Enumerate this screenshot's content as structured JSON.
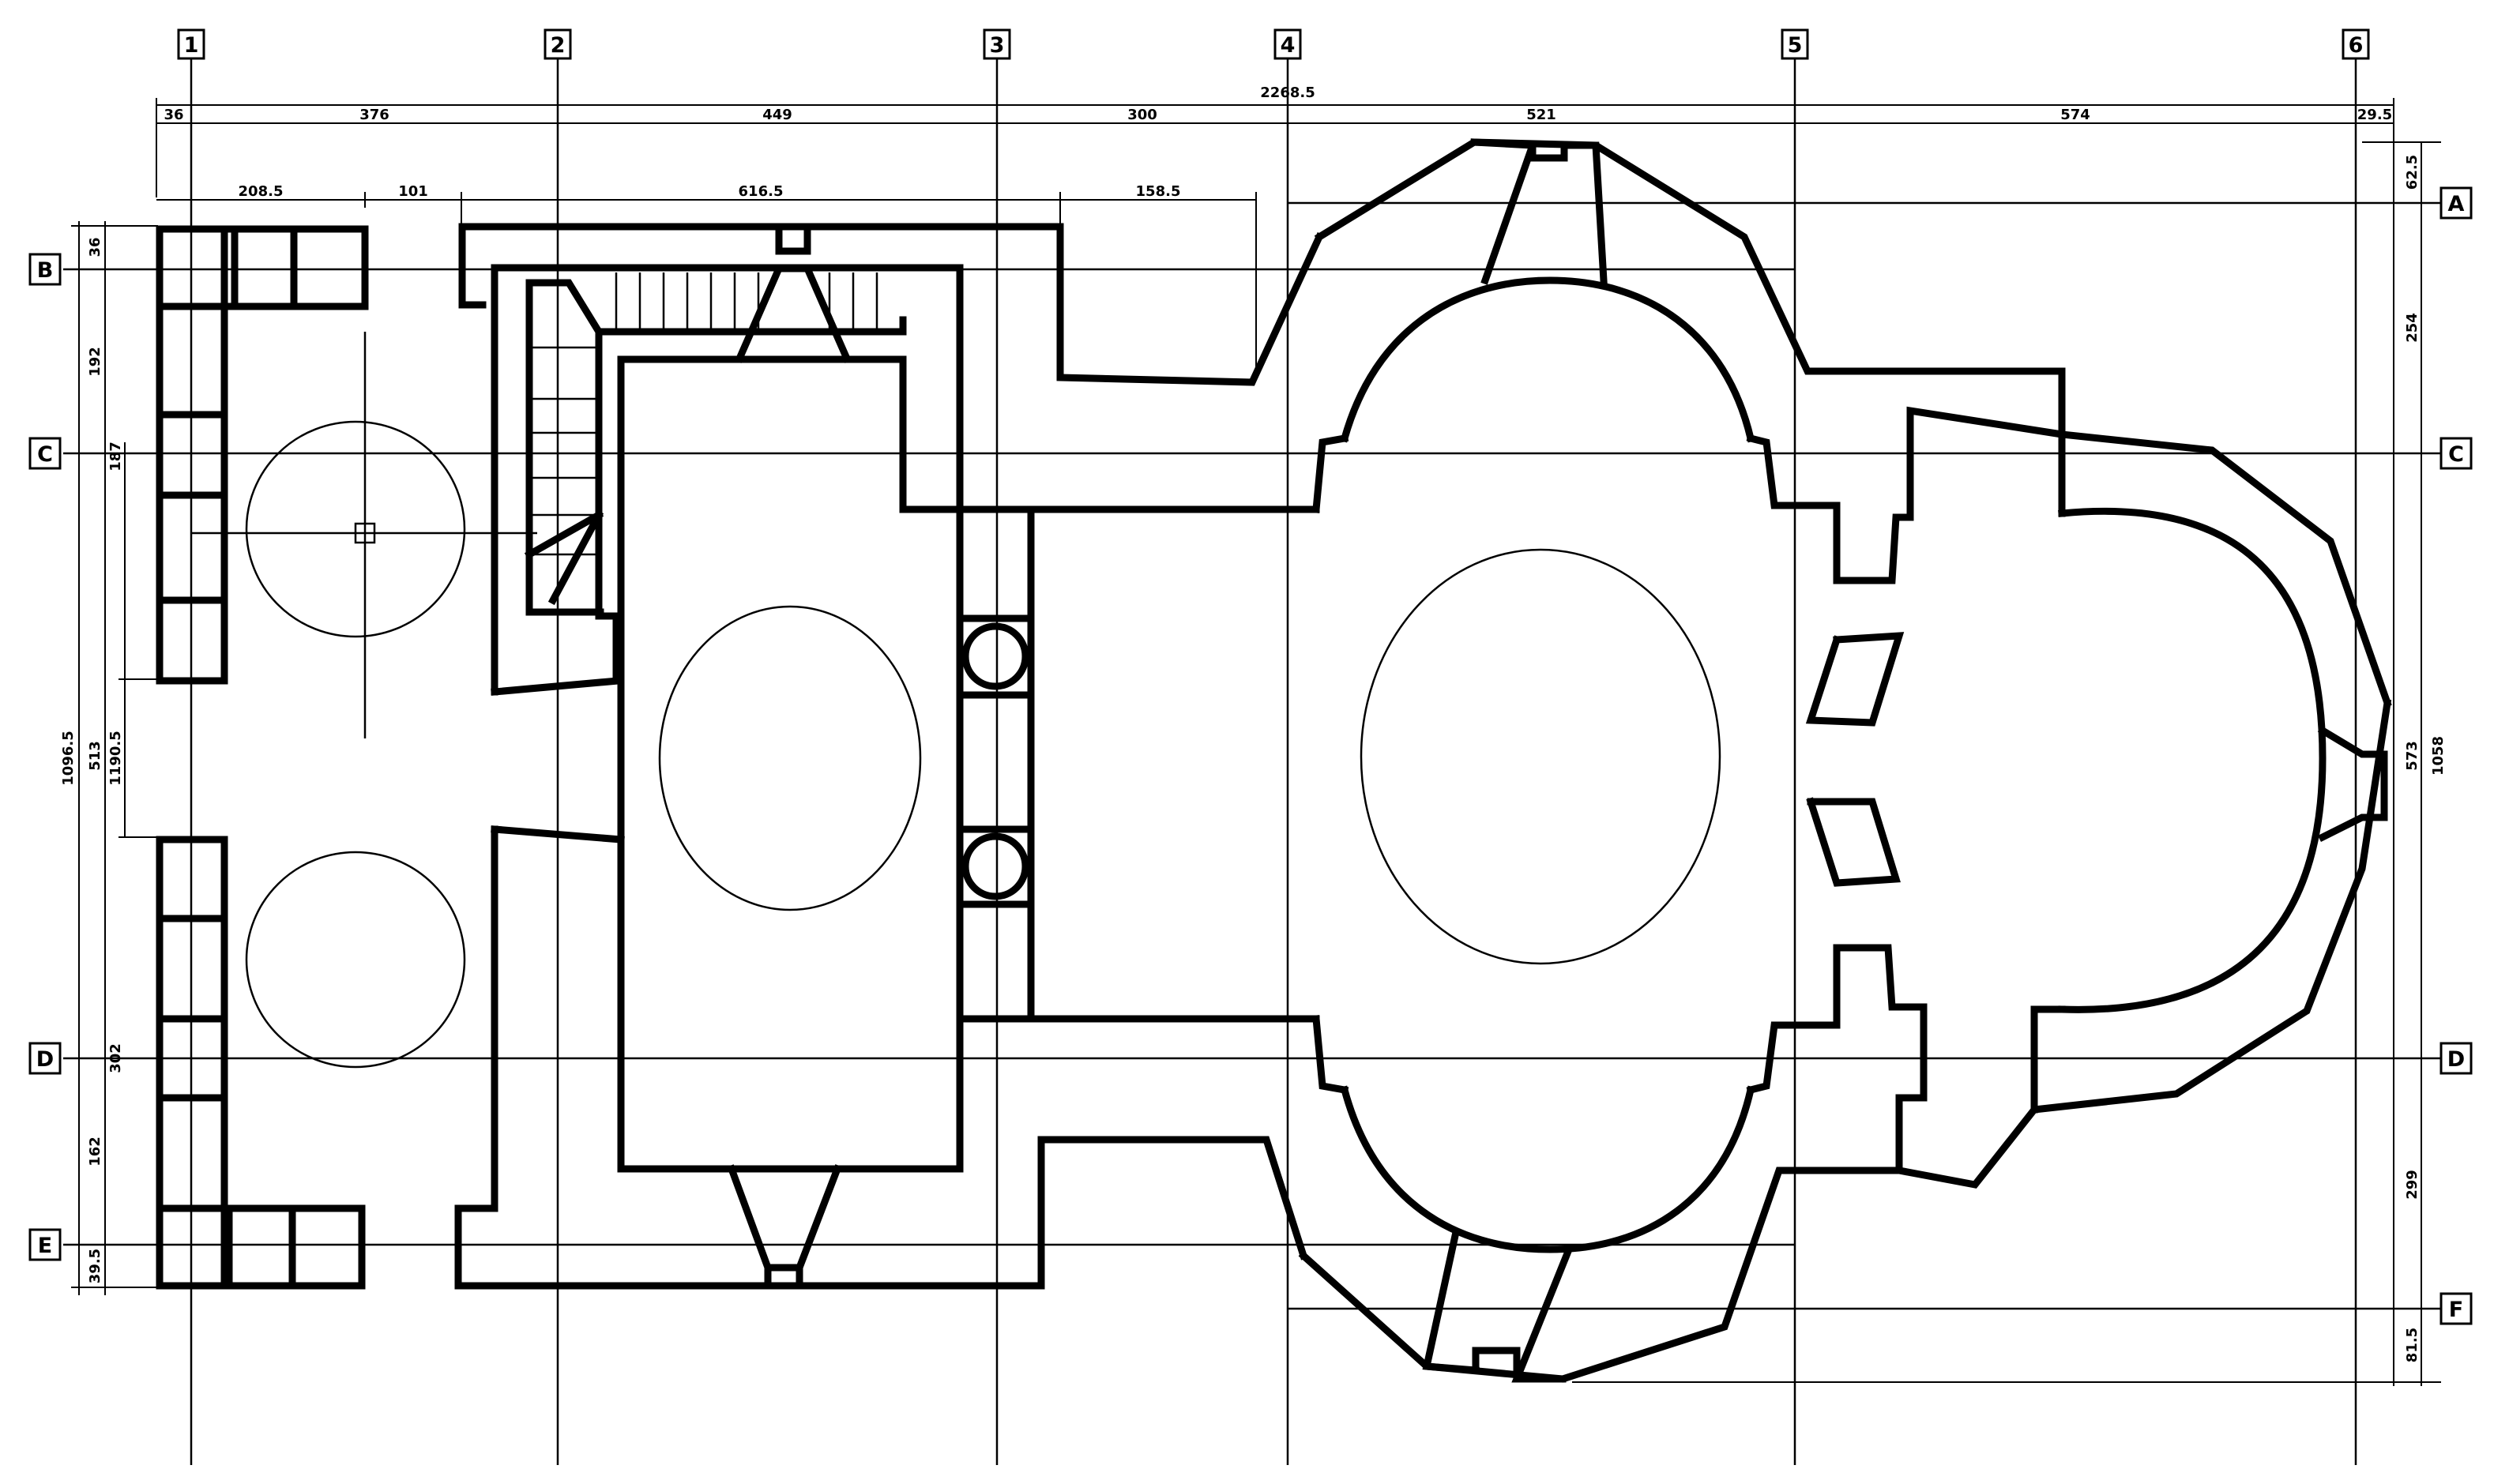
{
  "axes": {
    "columns": [
      "1",
      "2",
      "3",
      "4",
      "5",
      "6"
    ],
    "rows": [
      "A",
      "B",
      "C",
      "D",
      "E",
      "F"
    ]
  },
  "dimensions": {
    "top_total": "2268.5",
    "top_segments": [
      "36",
      "376",
      "449",
      "300",
      "521",
      "574",
      "29.5"
    ],
    "top_second": [
      "208.5",
      "101",
      "616.5",
      "158.5"
    ],
    "left_total": "1096.5",
    "left_inner": [
      "36",
      "192",
      "187",
      "513",
      "1190.5",
      "302",
      "162",
      "39.5"
    ],
    "right_segments": [
      "62.5",
      "254",
      "1058",
      "573",
      "299",
      "81.5"
    ]
  }
}
